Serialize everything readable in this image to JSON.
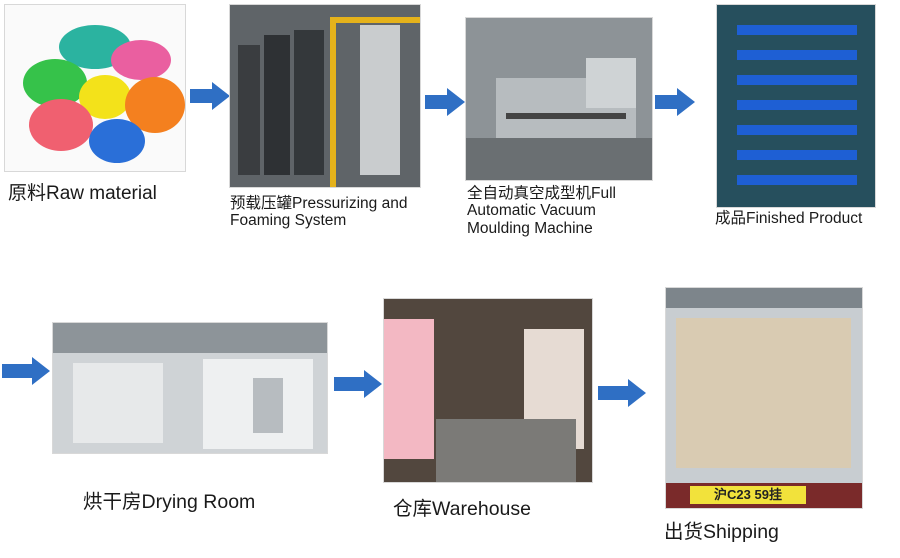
{
  "accent_color": "#2f6fc4",
  "steps": [
    {
      "id": "raw-material",
      "caption": "原料Raw material",
      "icon": "colorful-plastic-pellets"
    },
    {
      "id": "pressurizing",
      "caption": "预载压罐Pressurizing and Foaming System",
      "icon": "pressure-tank-system"
    },
    {
      "id": "moulding",
      "caption": "全自动真空成型机Full Automatic Vacuum Moulding Machine",
      "icon": "vacuum-moulding-machine"
    },
    {
      "id": "finished",
      "caption": "成品Finished Product",
      "icon": "product-rack"
    },
    {
      "id": "drying",
      "caption": "烘干房Drying Room",
      "icon": "drying-room"
    },
    {
      "id": "warehouse",
      "caption": "仓库Warehouse",
      "icon": "warehouse"
    },
    {
      "id": "shipping",
      "caption": "出货Shipping",
      "icon": "shipping-container",
      "plate_text": "沪C23 59挂"
    }
  ]
}
